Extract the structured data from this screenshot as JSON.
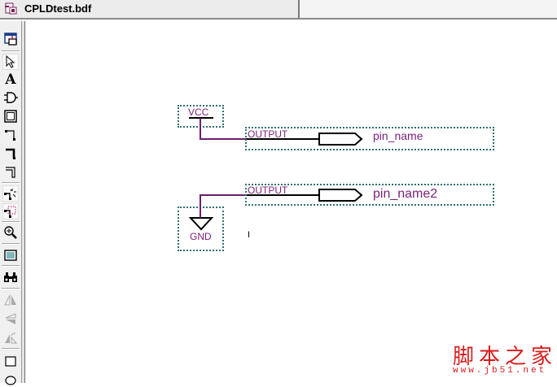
{
  "document_tab": {
    "title": "CPLDtest.bdf",
    "icon": "block-diagram-file-icon"
  },
  "toolbar": {
    "items": [
      {
        "name": "window-toggle",
        "icon": "detach-window-icon"
      },
      {
        "name": "selection-tool",
        "icon": "pointer-arrow-icon"
      },
      {
        "name": "text-tool",
        "icon": "text-A-icon",
        "glyph": "A"
      },
      {
        "name": "symbol-tool",
        "icon": "and-gate-icon"
      },
      {
        "name": "block-tool",
        "icon": "block-rectangle-icon"
      },
      {
        "name": "orthogonal-node-tool",
        "icon": "node-wire-icon"
      },
      {
        "name": "orthogonal-bus-tool",
        "icon": "bus-wire-icon"
      },
      {
        "name": "orthogonal-conduit-tool",
        "icon": "conduit-wire-icon"
      },
      {
        "name": "rubberbanding-toggle",
        "icon": "rubberband-icon"
      },
      {
        "name": "partial-line-selection",
        "icon": "partial-select-icon"
      },
      {
        "name": "zoom-tool",
        "icon": "zoom-magnifier-icon"
      },
      {
        "name": "full-screen",
        "icon": "full-screen-icon"
      },
      {
        "name": "find",
        "icon": "binoculars-icon"
      },
      {
        "name": "flip-horizontal",
        "icon": "flip-horizontal-icon"
      },
      {
        "name": "flip-vertical",
        "icon": "flip-vertical-icon"
      },
      {
        "name": "rotate-left-90",
        "icon": "rotate-icon"
      },
      {
        "name": "rectangle-tool",
        "icon": "rectangle-icon"
      },
      {
        "name": "oval-tool",
        "icon": "oval-icon"
      }
    ]
  },
  "schematic": {
    "vcc": {
      "label": "VCC"
    },
    "gnd": {
      "label": "GND"
    },
    "outputs": [
      {
        "type_label": "OUTPUT",
        "pin_name": "pin_name"
      },
      {
        "type_label": "OUTPUT",
        "pin_name": "pin_name2"
      }
    ],
    "text_cursor": "I",
    "colors": {
      "wire": "#7a1f7a",
      "symbol_text": "#7a1f7a",
      "selection_box": "#2f6f6f",
      "pin_body": "#000000"
    }
  },
  "watermark": {
    "title": "脚本之家",
    "url": "www.jb51.net"
  }
}
